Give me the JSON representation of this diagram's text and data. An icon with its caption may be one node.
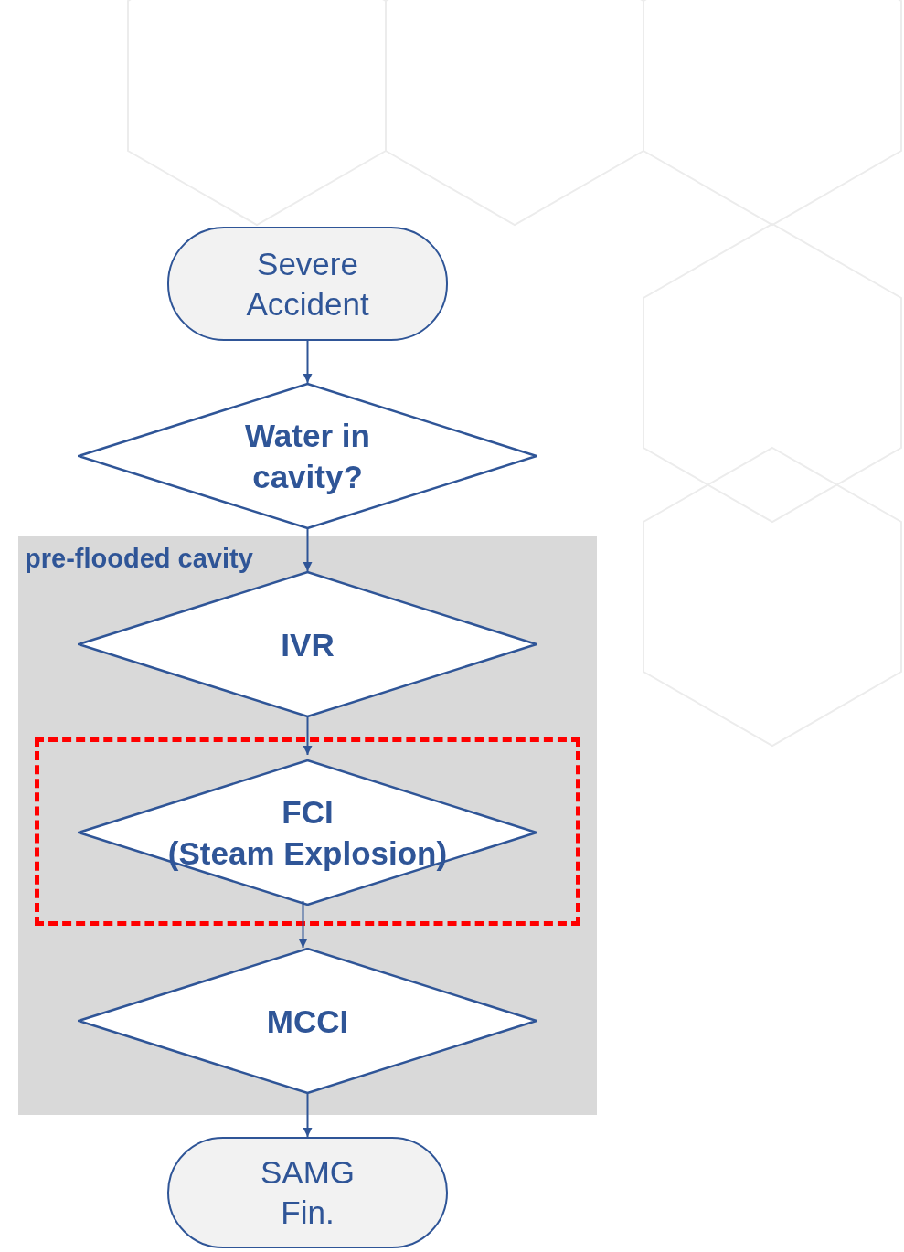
{
  "diagram": {
    "nodes": [
      {
        "text": [
          "Severe Accident"
        ]
      },
      {
        "text": [
          "Water in cavity?"
        ]
      },
      {
        "text": [
          "pre-flooded cavity"
        ]
      },
      {
        "text": [
          "IVR"
        ],
        "in": 2
      },
      {
        "text": [],
        "shape": "box",
        "in": 2
      },
      {
        "text": [
          "FCI",
          "(Steam Explosion)"
        ],
        "in": 4
      },
      {
        "text": [
          "MCCI"
        ],
        "in": 2
      },
      {
        "text": [
          "SAMG Fin."
        ]
      }
    ],
    "edges": [
      {
        "from": 0,
        "to": 1,
        "arrow": "to"
      },
      {
        "from": 1,
        "to": 3,
        "arrow": "to"
      },
      {
        "from": 3,
        "to": 5,
        "arrow": "to"
      },
      {
        "from": 5,
        "to": 6,
        "arrow": "to"
      },
      {
        "from": 6,
        "to": 7,
        "arrow": "to"
      }
    ]
  }
}
